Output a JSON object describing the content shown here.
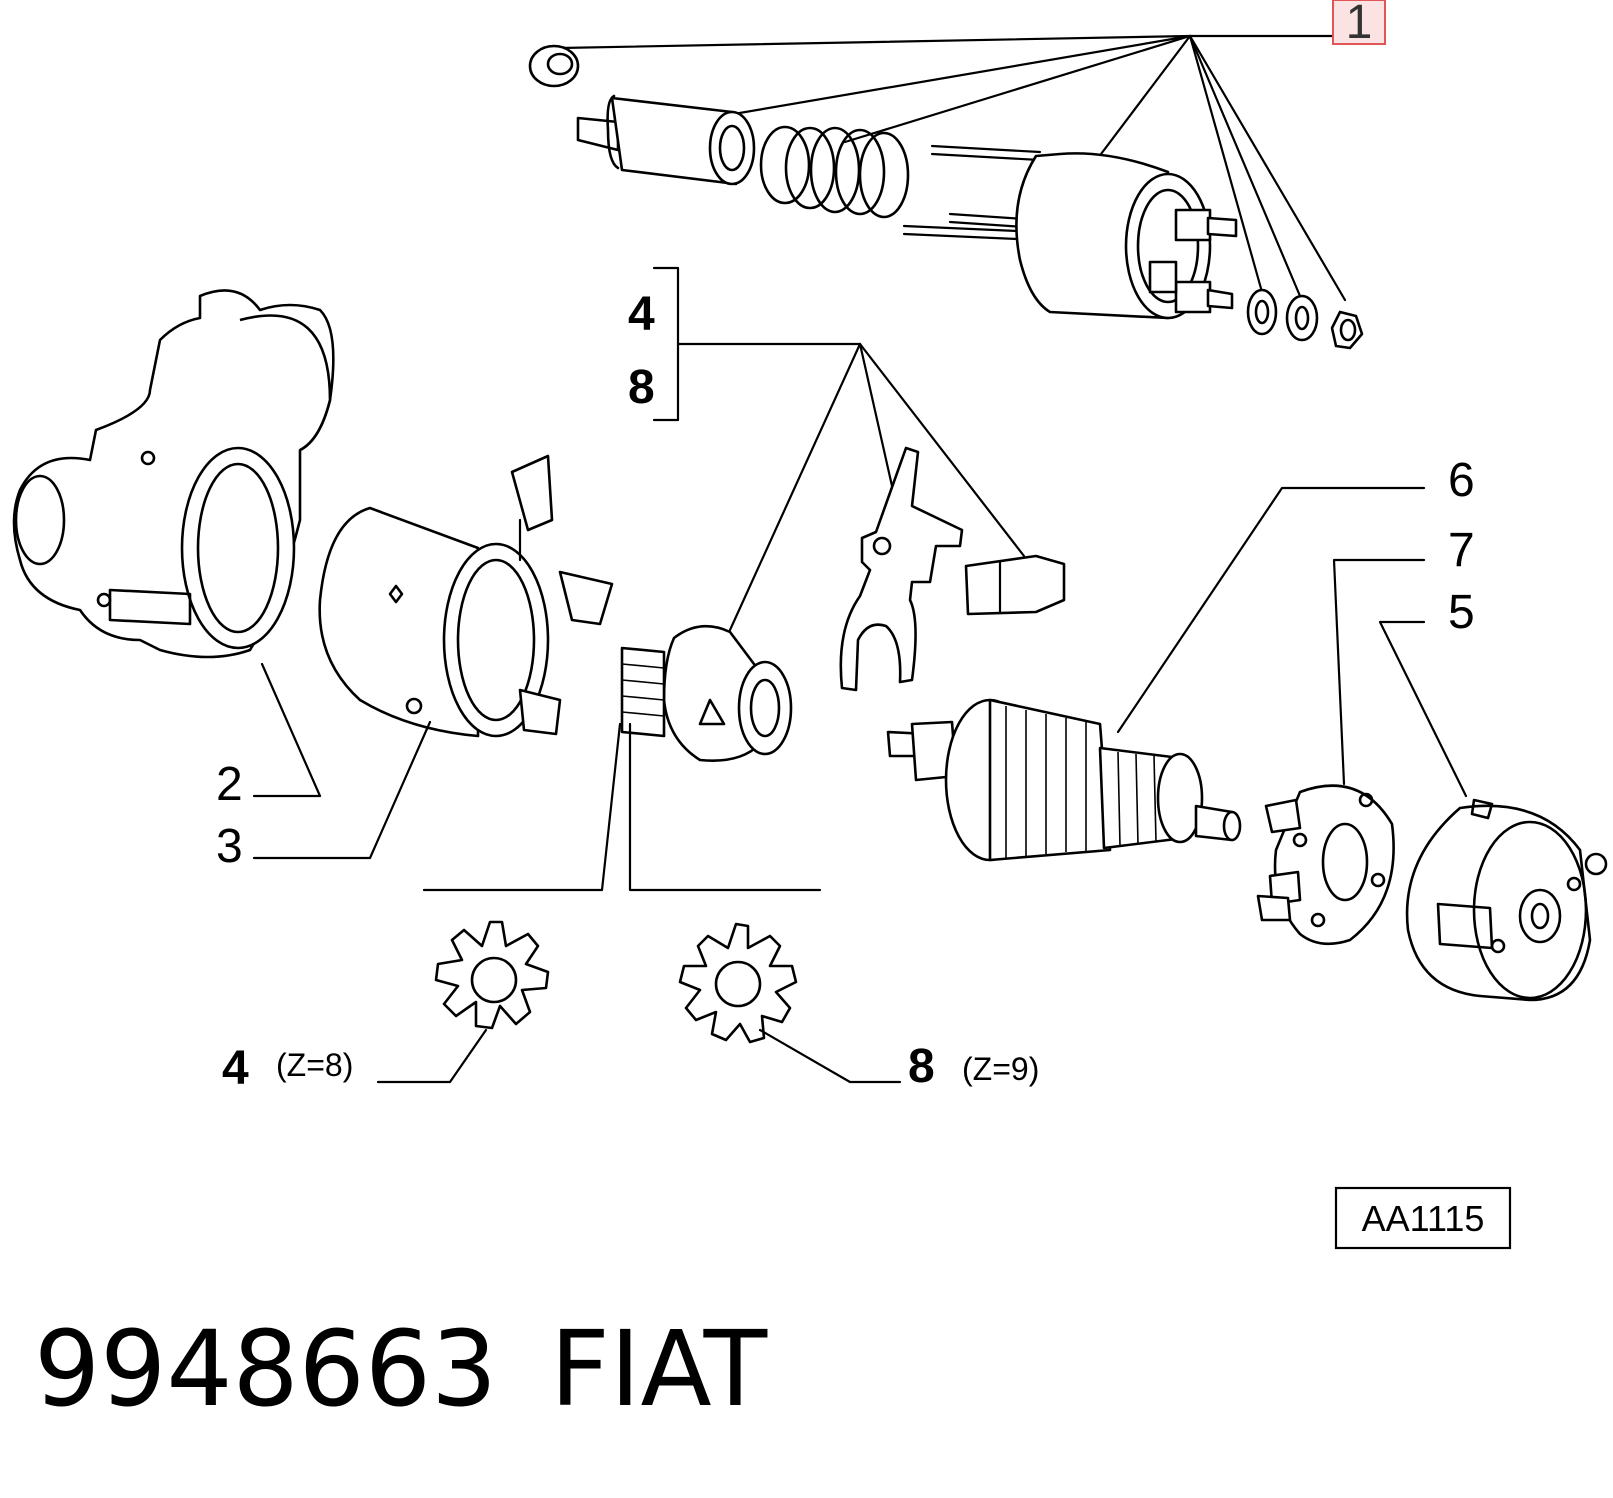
{
  "callouts": {
    "c1": "1",
    "c4_bracket": "4",
    "c8_bracket": "8",
    "c6": "6",
    "c7": "7",
    "c5": "5",
    "c2": "2",
    "c3": "3",
    "c4_pinion": "4",
    "c8_pinion": "8"
  },
  "notes": {
    "z8": "(Z=8)",
    "z9": "(Z=9)"
  },
  "reference_code": "AA1115",
  "footer": {
    "part_number": "9948663",
    "brand": "FIAT"
  },
  "colors": {
    "line": "#000000",
    "highlight_fill": "#fbe3e3",
    "highlight_border": "#e05555"
  }
}
